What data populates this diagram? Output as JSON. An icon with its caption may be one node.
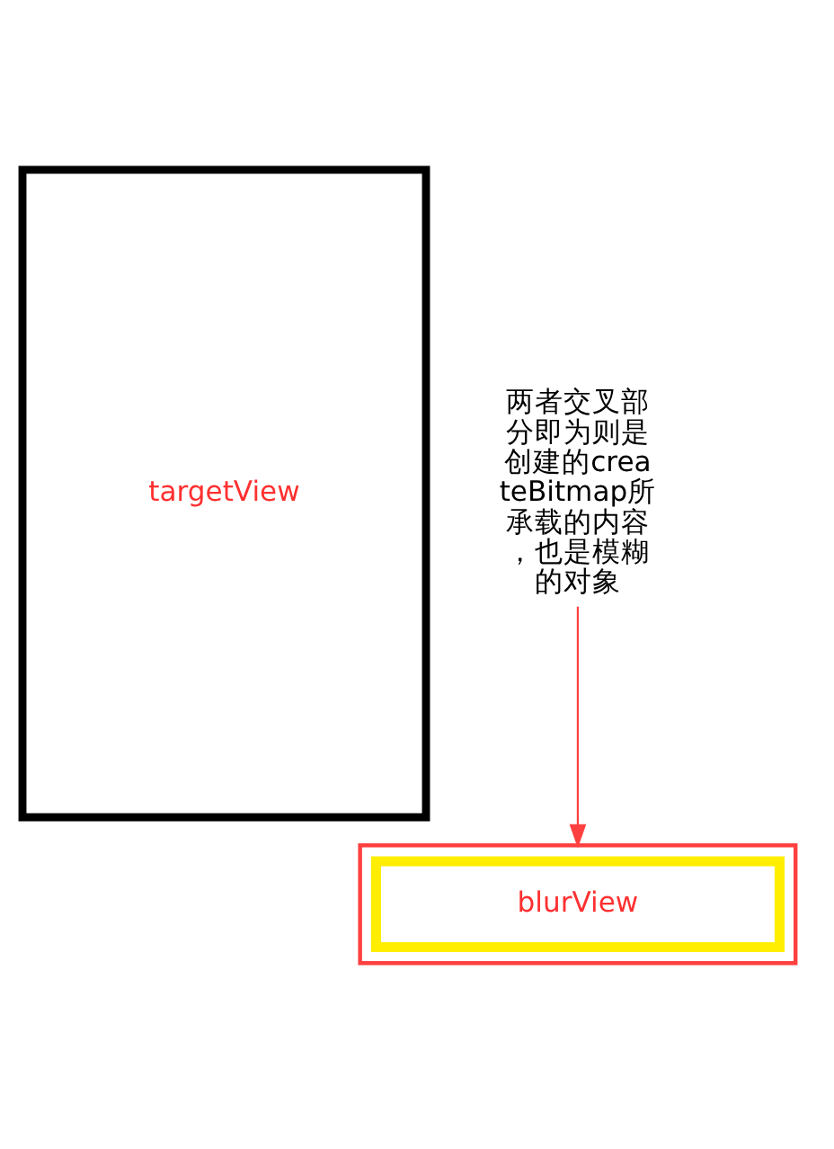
{
  "diagram": {
    "nodes": [
      {
        "text": [
          "targetView"
        ]
      },
      {
        "text": [],
        "shape": "box"
      },
      {
        "text": [
          "blurView"
        ],
        "in": 1
      },
      {
        "text": [
          "两者交叉部分即为则是创建的createBitmap所承载的内容，也是模糊的对象"
        ]
      }
    ],
    "edges": [
      {
        "from": 3,
        "to": 1,
        "arrow": "to",
        "color": "#ff4040"
      }
    ]
  }
}
